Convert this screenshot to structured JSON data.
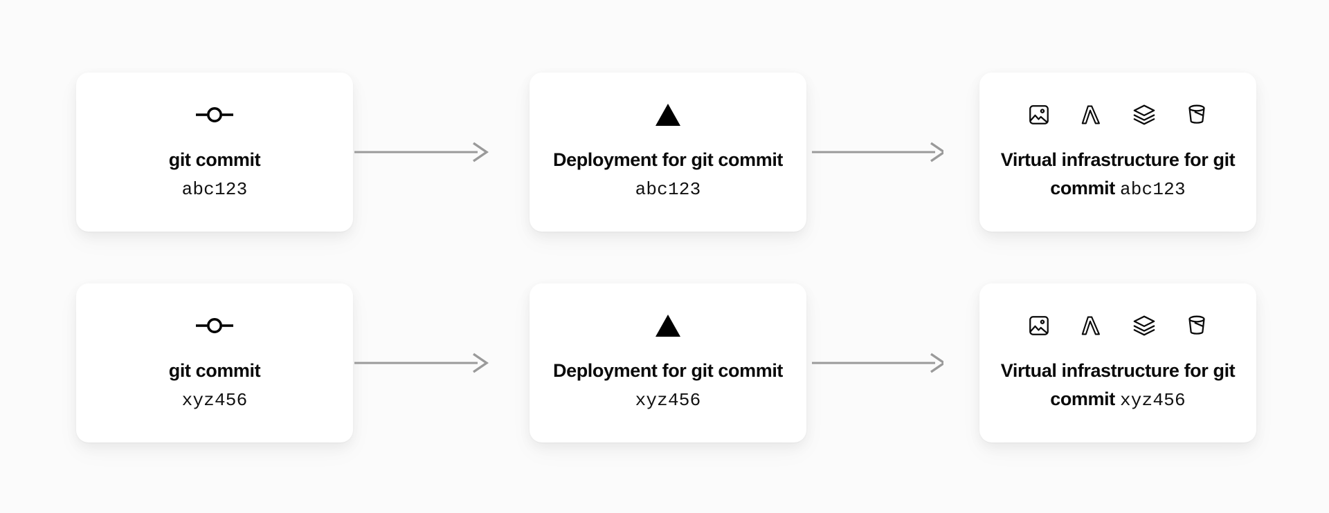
{
  "diagram": {
    "title": "git commit to virtual infrastructure pipeline",
    "background_color": "#fbfbfb",
    "card_color": "#ffffff",
    "arrow_color": "#9a9a9a",
    "text_color": "#0a0a0a"
  },
  "rows": [
    {
      "commit": "abc123",
      "cards": [
        {
          "id": "git-commit",
          "icons": [
            "git-commit-icon"
          ],
          "label_bold": "git commit",
          "label_mono": "abc123",
          "layout": "two-line"
        },
        {
          "id": "deployment",
          "icons": [
            "vercel-triangle-icon"
          ],
          "label_bold": "Deployment for git commit",
          "label_mono": "abc123",
          "layout": "inline"
        },
        {
          "id": "virtual-infrastructure",
          "icons": [
            "image-icon",
            "lambda-icon",
            "layers-icon",
            "bucket-icon"
          ],
          "label_bold": "Virtual infrastructure for git commit",
          "label_mono": "abc123",
          "layout": "inline"
        }
      ],
      "arrows": [
        "arrow-right",
        "arrow-right"
      ]
    },
    {
      "commit": "xyz456",
      "cards": [
        {
          "id": "git-commit",
          "icons": [
            "git-commit-icon"
          ],
          "label_bold": "git commit",
          "label_mono": "xyz456",
          "layout": "two-line"
        },
        {
          "id": "deployment",
          "icons": [
            "vercel-triangle-icon"
          ],
          "label_bold": "Deployment for git commit",
          "label_mono": "xyz456",
          "layout": "inline"
        },
        {
          "id": "virtual-infrastructure",
          "icons": [
            "image-icon",
            "lambda-icon",
            "layers-icon",
            "bucket-icon"
          ],
          "label_bold": "Virtual infrastructure for git commit",
          "label_mono": "xyz456",
          "layout": "inline"
        }
      ],
      "arrows": [
        "arrow-right",
        "arrow-right"
      ]
    }
  ]
}
